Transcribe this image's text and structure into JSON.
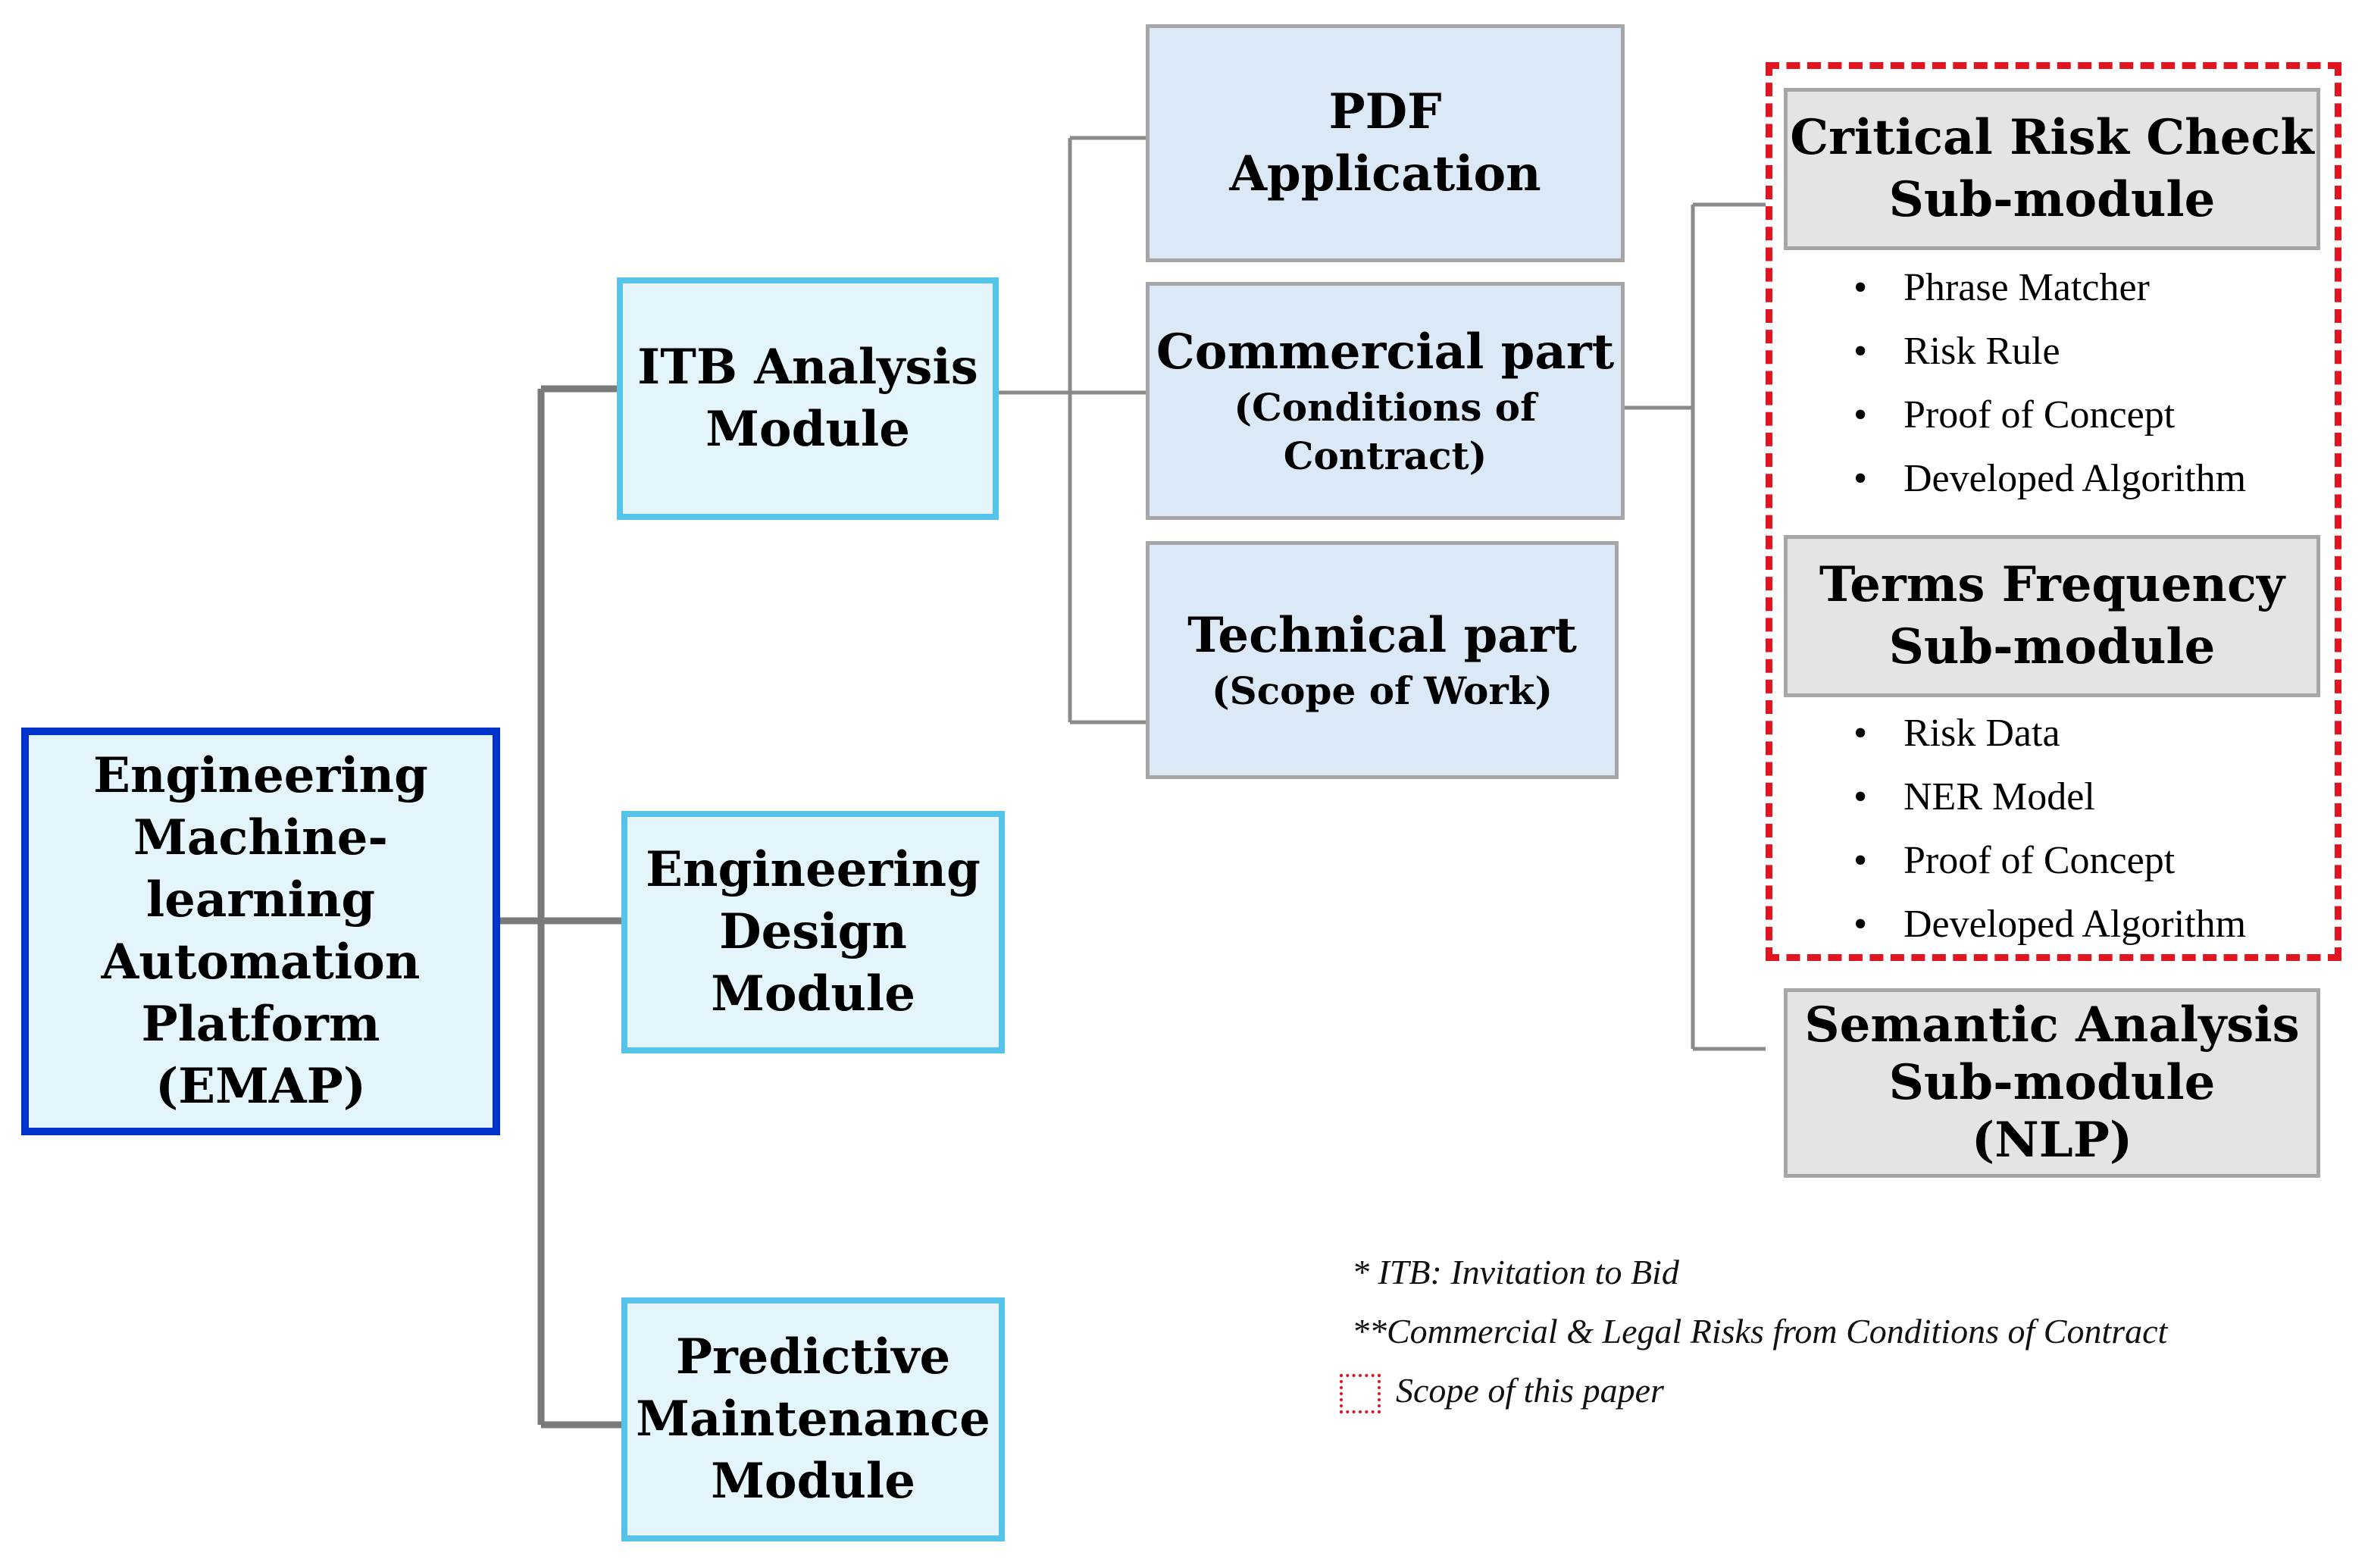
{
  "root": {
    "lines": [
      "Engineering",
      "Machine-learning",
      "Automation",
      "Platform",
      "(EMAP)"
    ]
  },
  "modules": {
    "itb": {
      "lines": [
        "ITB Analysis",
        "Module"
      ]
    },
    "design": {
      "lines": [
        "Engineering",
        "Design",
        "Module"
      ]
    },
    "maintenance": {
      "lines": [
        "Predictive",
        "Maintenance",
        "Module"
      ]
    }
  },
  "parts": {
    "pdf": {
      "lines": [
        "PDF",
        "Application"
      ]
    },
    "commercial": {
      "title": "Commercial part",
      "sub": [
        "(Conditions of",
        "Contract)"
      ]
    },
    "technical": {
      "title": "Technical part",
      "sub": [
        "(Scope of Work)"
      ]
    }
  },
  "submodules": {
    "critical_risk": {
      "lines": [
        "Critical Risk Check",
        "Sub-module"
      ],
      "bullets": [
        "Phrase Matcher",
        "Risk Rule",
        "Proof of Concept",
        "Developed Algorithm"
      ]
    },
    "terms_frequency": {
      "lines": [
        "Terms Frequency",
        "Sub-module"
      ],
      "bullets": [
        "Risk Data",
        "NER Model",
        "Proof of Concept",
        "Developed Algorithm"
      ]
    },
    "semantic": {
      "lines": [
        "Semantic Analysis",
        "Sub-module",
        "(NLP)"
      ]
    }
  },
  "notes": {
    "itb": "* ITB: Invitation to Bid",
    "risks": "**Commercial & Legal Risks from Conditions of Contract",
    "scope": "Scope of this paper"
  },
  "colors": {
    "root_border": "#0033cc",
    "module_border": "#55c3ea",
    "scope_dash": "#e0151f",
    "connector": "#7f7f7f"
  }
}
